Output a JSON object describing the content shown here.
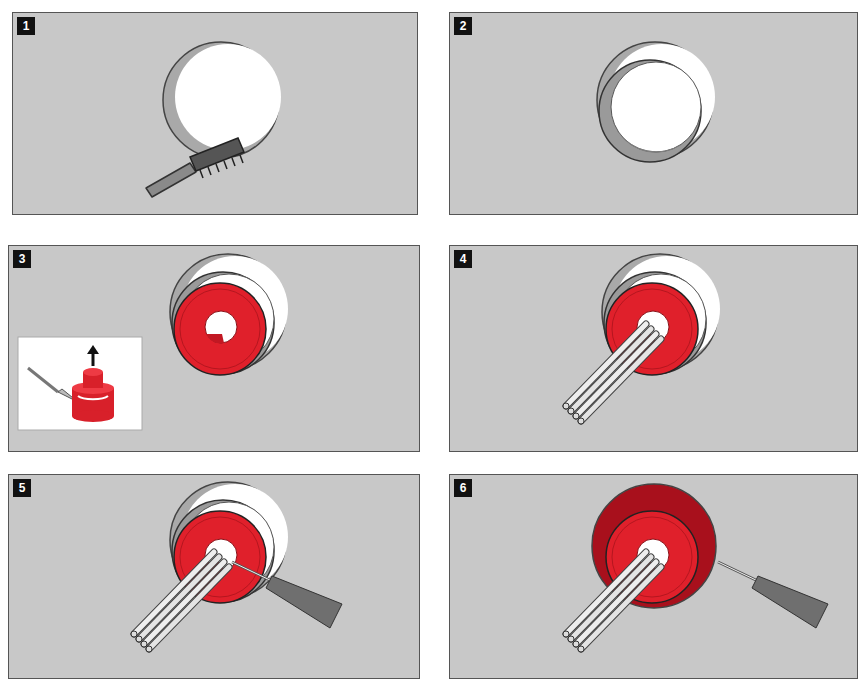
{
  "diagram": {
    "nodes": [
      {
        "text": [
          "1"
        ]
      },
      {
        "text": [
          "2"
        ]
      },
      {
        "text": [
          "3"
        ]
      },
      {
        "text": [
          "4"
        ]
      },
      {
        "text": [
          "5"
        ]
      },
      {
        "text": [
          "6"
        ]
      }
    ]
  }
}
